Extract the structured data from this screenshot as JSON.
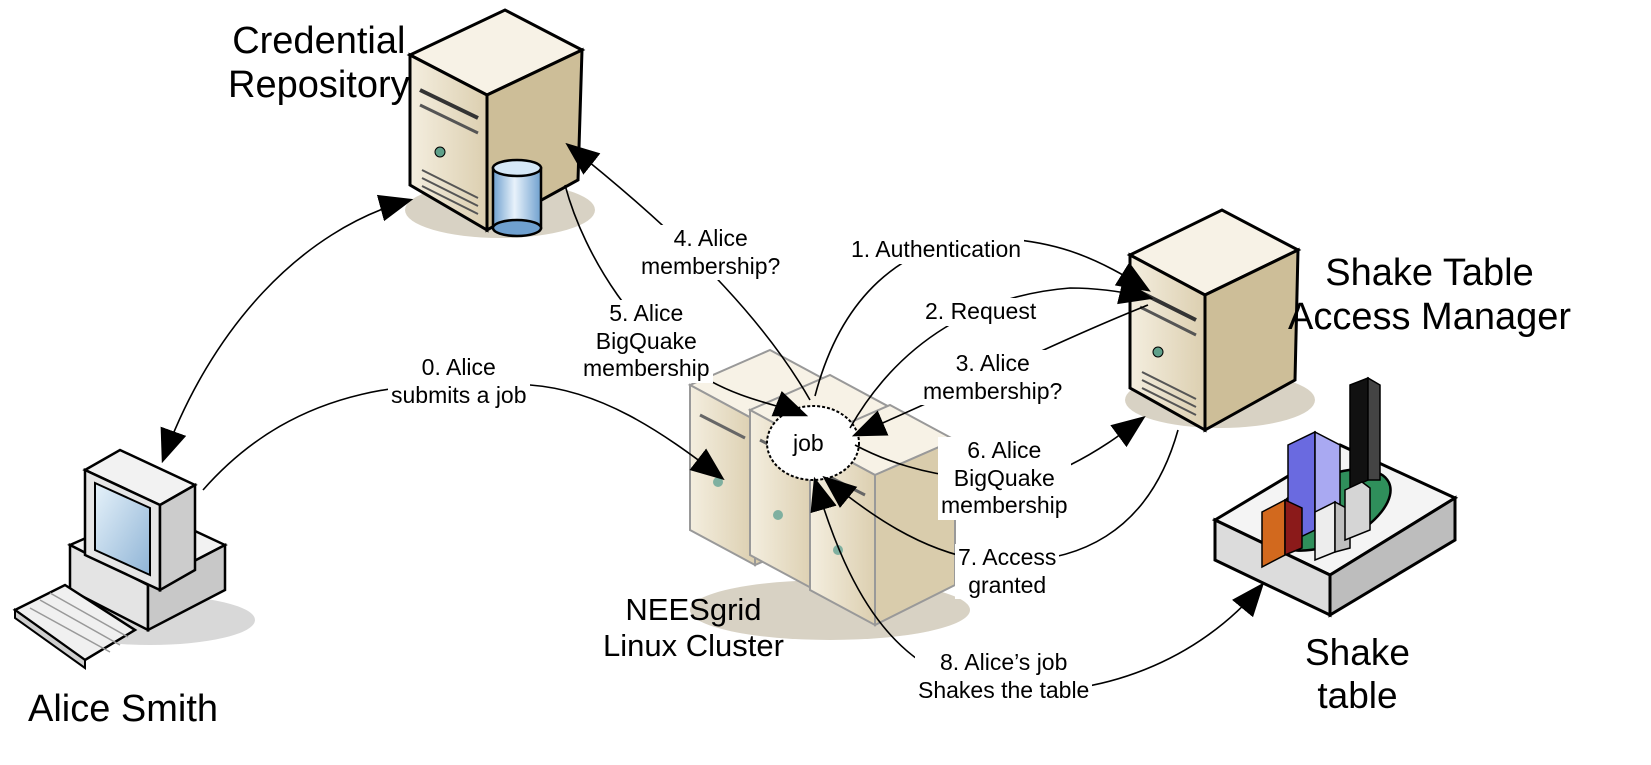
{
  "nodes": {
    "credential_repository": [
      "Credential",
      "Repository"
    ],
    "access_manager": [
      "Shake Table",
      "Access Manager"
    ],
    "alice": [
      "Alice Smith"
    ],
    "cluster": [
      "NEESgrid",
      "Linux Cluster"
    ],
    "shake_table": [
      "Shake",
      "table"
    ],
    "job": "job"
  },
  "steps": {
    "s0": [
      "0. Alice",
      "submits a job"
    ],
    "s1": [
      "1. Authentication"
    ],
    "s2": [
      "2. Request"
    ],
    "s3": [
      "3. Alice",
      "membership?"
    ],
    "s4": [
      "4. Alice",
      "membership?"
    ],
    "s5": [
      "5. Alice",
      "BigQuake",
      "membership"
    ],
    "s6": [
      "6. Alice",
      "BigQuake",
      "membership"
    ],
    "s7": [
      "7. Access",
      "granted"
    ],
    "s8": [
      "8. Alice’s job",
      "Shakes the table"
    ]
  },
  "colors": {
    "server_front": "#ECE3CC",
    "server_side": "#D3C5A2",
    "database": "#A8C8E8",
    "cluster_bubble": "#FFFFFF",
    "table_base": "#E6E6E6",
    "table_green": "#2F8F5B"
  }
}
